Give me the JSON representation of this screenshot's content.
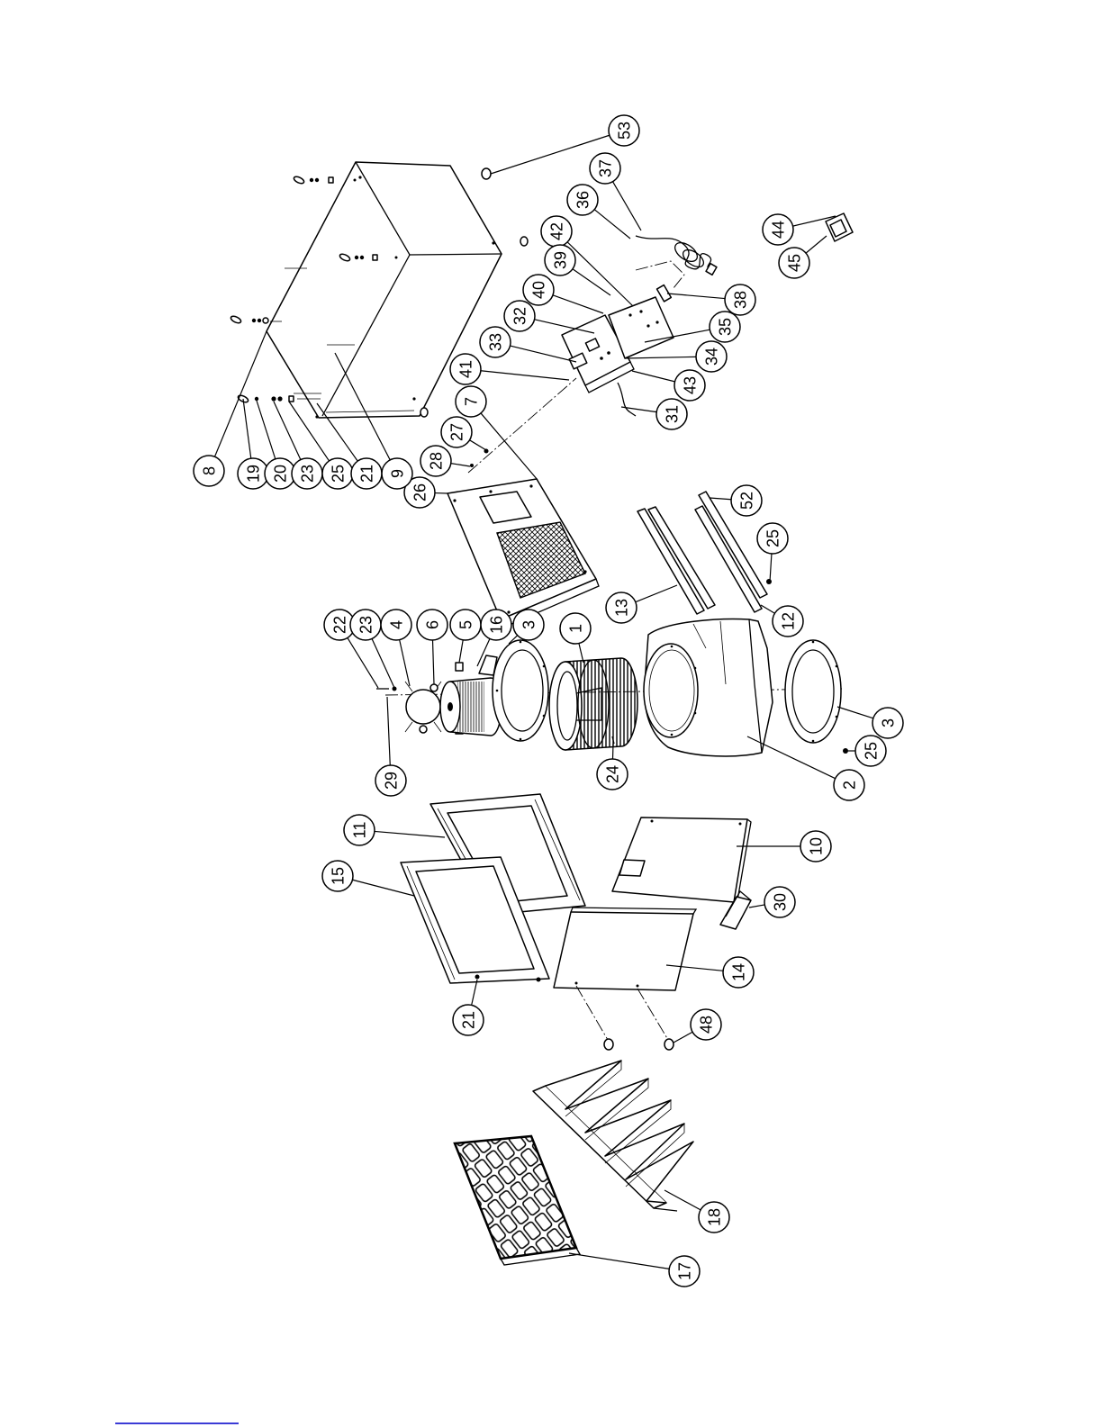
{
  "diagram": {
    "callouts": [
      "53",
      "37",
      "36",
      "42",
      "39",
      "40",
      "32",
      "33",
      "41",
      "7",
      "27",
      "28",
      "26",
      "8",
      "19",
      "20",
      "23",
      "25",
      "21",
      "9",
      "38",
      "35",
      "34",
      "43",
      "31",
      "44",
      "45",
      "52",
      "25",
      "12",
      "13",
      "22",
      "23",
      "4",
      "6",
      "5",
      "16",
      "3",
      "1",
      "3",
      "25",
      "2",
      "29",
      "24",
      "11",
      "15",
      "10",
      "30",
      "14",
      "21",
      "48",
      "18",
      "17"
    ]
  },
  "colors": {
    "line": "#000000",
    "link_underline": "#3b3bd6"
  }
}
